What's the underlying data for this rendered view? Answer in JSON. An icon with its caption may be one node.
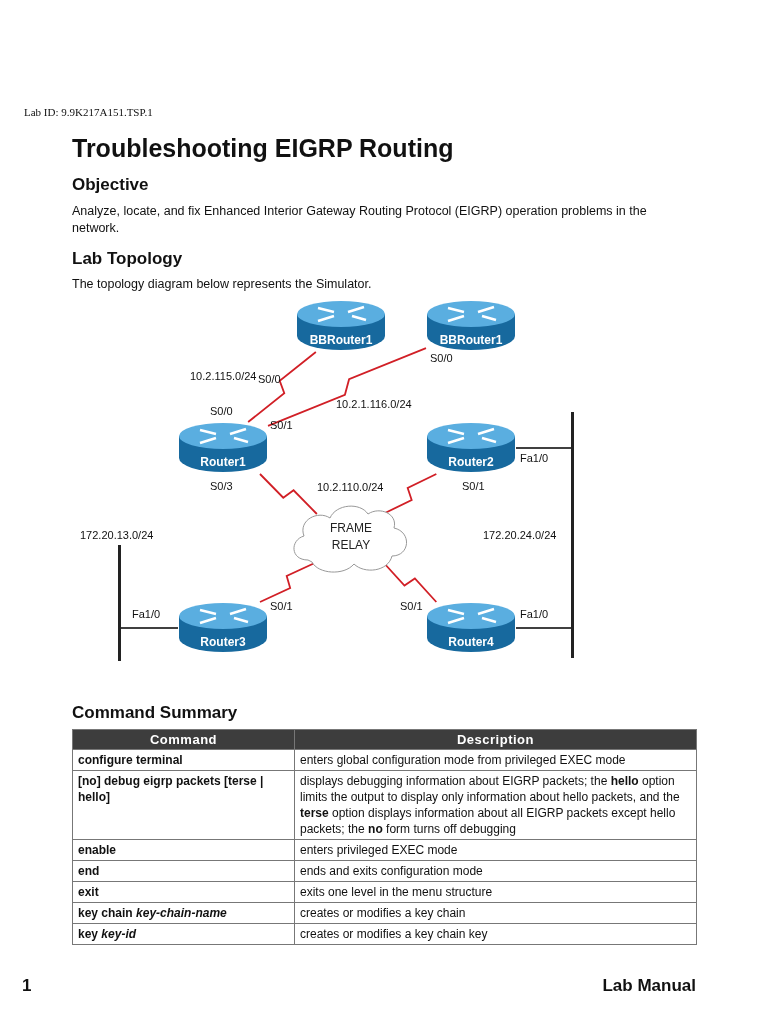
{
  "diagram": {
    "title": "Troubleshooting EIGRP Routing",
    "nodes": [
      {
        "text": [
          "BBRouter1"
        ]
      },
      {
        "text": [
          "BBRouter1"
        ]
      },
      {
        "text": [
          "Router1"
        ]
      },
      {
        "text": [
          "Router2"
        ]
      },
      {
        "text": [
          "FRAME RELAY"
        ]
      },
      {
        "text": [
          "Router3"
        ]
      },
      {
        "text": [
          "Router4"
        ]
      },
      {
        "text": [],
        "shape": "bar"
      },
      {
        "text": [],
        "shape": "bar"
      }
    ],
    "edges": [
      {
        "from": 2,
        "to": 0,
        "arrow": "none"
      },
      {
        "from": 2,
        "to": 1,
        "arrow": "none"
      },
      {
        "from": 2,
        "to": 4,
        "arrow": "none"
      },
      {
        "from": 3,
        "to": 4,
        "arrow": "none"
      },
      {
        "from": 5,
        "to": 4,
        "arrow": "none"
      },
      {
        "from": 6,
        "to": 4,
        "arrow": "none"
      },
      {
        "from": 3,
        "to": 8,
        "arrow": "none",
        "color": "#000000"
      },
      {
        "from": 5,
        "to": 7,
        "arrow": "none",
        "color": "#000000"
      },
      {
        "from": 6,
        "to": 8,
        "arrow": "none",
        "color": "#000000"
      }
    ],
    "labels": [
      "Lab ID: 9.9K217A151.TSP.1",
      "Objective",
      "Analyze, locate, and fix Enhanced Interior Gateway Routing Protocol (EIGRP) operation problems in the network.",
      "Lab Topology",
      "The topology diagram below represents the Simulator.",
      "10.2.115.0/24",
      "S0/0",
      "S0/0",
      "S0/1",
      "S0/0",
      "10.2.1.116.0/24",
      "Fa1/0",
      "S0/3",
      "10.2.110.0/24",
      "S0/1",
      "172.20.13.0/24",
      "172.20.24.0/24",
      "Fa1/0",
      "S0/1",
      "S0/1",
      "Fa1/0",
      "Command Summary",
      "Command",
      "Description",
      "configure terminal",
      "enters global configuration mode from privileged EXEC mode",
      "[no] debug eigrp packets [terse | hello]",
      "displays debugging information about EIGRP packets; the **hello** option limits the output to display only information about hello packets, and the **terse** option displays information about all EIGRP packets except hello packets; the **no** form turns off debugging",
      "enable",
      "enters privileged EXEC mode",
      "end",
      "ends and exits configuration mode",
      "exit",
      "exits one level in the menu structure",
      "key chain *key-chain-name*",
      "creates or modifies a key chain",
      "key *key-id*",
      "creates or modifies a key chain key",
      "1",
      "Lab Manual"
    ]
  }
}
